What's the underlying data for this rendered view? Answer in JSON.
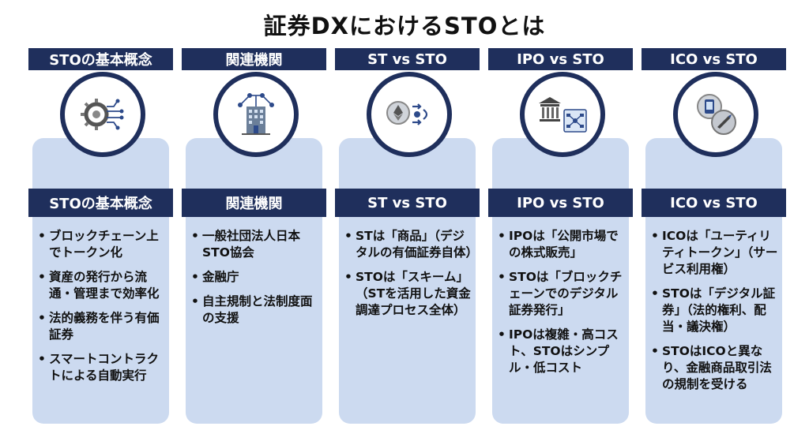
{
  "title": "証券DXにおけるSTOとは",
  "columns": [
    {
      "header": "STOの基本概念",
      "bar": "STOの基本概念",
      "icon": "gear-circuit-icon",
      "bullets": [
        "ブロックチェーン上でトークン化",
        "資産の発行から流通・管理まで効率化",
        "法的義務を伴う有価証券",
        "スマートコントラクトによる自動実行"
      ]
    },
    {
      "header": "関連機関",
      "bar": "関連機関",
      "icon": "building-network-icon",
      "bullets": [
        "一般社団法人日本STO協会",
        "金融庁",
        "自主規制と法制度面の支援"
      ]
    },
    {
      "header": "ST vs STO",
      "bar": "ST vs STO",
      "icon": "token-flow-icon",
      "bullets": [
        "STは「商品」（デジタルの有価証券自体）",
        "STOは「スキーム」（STを活用した資金調達プロセス全体）"
      ]
    },
    {
      "header": "IPO vs STO",
      "bar": "IPO vs STO",
      "icon": "bank-network-icon",
      "bullets": [
        "IPOは「公開市場での株式販売」",
        "STOは「ブロックチェーンでのデジタル証券発行」",
        "IPOは複雑・高コスト、STOはシンプル・低コスト"
      ]
    },
    {
      "header": "ICO vs STO",
      "bar": "ICO vs STO",
      "icon": "coins-icon",
      "bullets": [
        "ICOは「ユーティリティトークン」（サービス利用権）",
        "STOは「デジタル証券」（法的権利、配当・議決権）",
        "STOはICOと異なり、金融商品取引法の規制を受ける"
      ]
    }
  ]
}
